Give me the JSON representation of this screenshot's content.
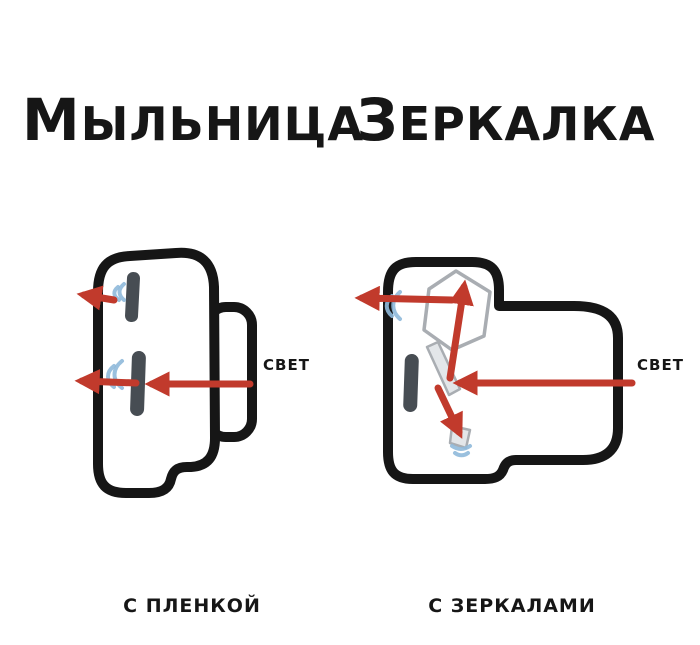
{
  "colors": {
    "ink": "#161616",
    "red": "#c13a2c",
    "gray": "#a9adb2",
    "dark": "#474d53",
    "blue": "#8fb9da",
    "bg": "#ffffff"
  },
  "title": {
    "left": "МЫЛЬНИЦА",
    "right": "ЗЕРКАЛКА"
  },
  "diagram": {
    "left": {
      "caption": "С ПЛЕНКОЙ",
      "light_label": "СВЕТ"
    },
    "right": {
      "caption": "С ЗЕРКАЛАМИ",
      "light_label": "СВЕТ"
    }
  }
}
